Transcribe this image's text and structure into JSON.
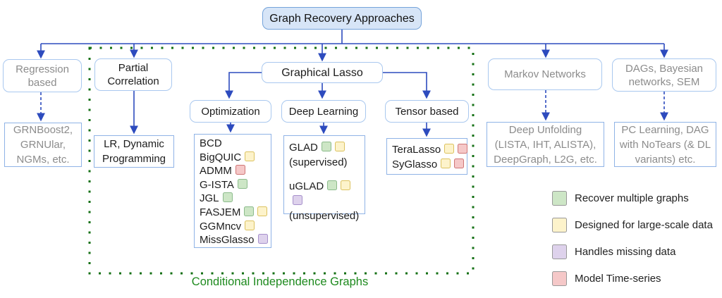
{
  "root": {
    "label": "Graph Recovery Approaches"
  },
  "level1": {
    "regression": {
      "label": "Regression based"
    },
    "partial_correlation": {
      "label": "Partial Correlation"
    },
    "graphical_lasso": {
      "label": "Graphical Lasso"
    },
    "markov_networks": {
      "label": "Markov Networks"
    },
    "dags": {
      "label": "DAGs, Bayesian networks, SEM"
    }
  },
  "level2": {
    "optimization": {
      "label": "Optimization"
    },
    "deep_learning": {
      "label": "Deep Learning"
    },
    "tensor_based": {
      "label": "Tensor based"
    },
    "regression_methods": {
      "label": "GRNBoost2, GRNUlar, NGMs, etc."
    },
    "partial_correlation_methods": {
      "label": "LR, Dynamic Programming"
    },
    "markov_methods": {
      "label": "Deep Unfolding (LISTA, IHT, ALISTA), DeepGraph, L2G, etc."
    },
    "dags_methods": {
      "label": "PC Learning, DAG with NoTears (& DL variants) etc."
    }
  },
  "methods": {
    "optimization": [
      {
        "name": "BCD",
        "tags": []
      },
      {
        "name": "BigQUIC",
        "tags": [
          "large-scale"
        ]
      },
      {
        "name": "ADMM",
        "tags": [
          "time-series"
        ]
      },
      {
        "name": "G-ISTA",
        "tags": [
          "multiple-graphs"
        ]
      },
      {
        "name": "JGL",
        "tags": [
          "multiple-graphs"
        ]
      },
      {
        "name": "FASJEM",
        "tags": [
          "multiple-graphs",
          "large-scale"
        ]
      },
      {
        "name": "GGMncv",
        "tags": [
          "large-scale"
        ]
      },
      {
        "name": "MissGlasso",
        "tags": [
          "missing-data"
        ]
      }
    ],
    "deep_learning": [
      {
        "name": "GLAD",
        "sub": "(supervised)",
        "tags": [
          "multiple-graphs",
          "large-scale"
        ]
      },
      {
        "name": "uGLAD",
        "sub": "(unsupervised)",
        "tags": [
          "multiple-graphs",
          "large-scale",
          "missing-data"
        ]
      }
    ],
    "tensor_based": [
      {
        "name": "TeraLasso",
        "tags": [
          "large-scale",
          "time-series"
        ]
      },
      {
        "name": "SyGlasso",
        "tags": [
          "large-scale",
          "time-series"
        ]
      }
    ]
  },
  "region_label": "Conditional Independence Graphs",
  "legend": {
    "items": [
      {
        "tag": "multiple-graphs",
        "label": "Recover multiple graphs"
      },
      {
        "tag": "large-scale",
        "label": "Designed for large-scale data"
      },
      {
        "tag": "missing-data",
        "label": "Handles missing data"
      },
      {
        "tag": "time-series",
        "label": "Model Time-series"
      }
    ]
  },
  "colors": {
    "arrow_blue": "#2d4bbe",
    "node_border": "#a9c8ef",
    "leaf_border": "#8fb3e6",
    "root_fill": "#d7e5f7",
    "root_border": "#74a3da",
    "gray_text": "#8c8c8c",
    "region_green": "#1e8a1e",
    "dot_green": "#157015",
    "tag_multiple_graphs_bg": "#cde6c6",
    "tag_multiple_graphs_border": "#8cbb8c",
    "tag_large_scale_bg": "#fdf3cb",
    "tag_large_scale_border": "#dcc25f",
    "tag_missing_data_bg": "#ded2ec",
    "tag_missing_data_border": "#a690cb",
    "tag_time_series_bg": "#f5c8c8",
    "tag_time_series_border": "#cf7676"
  }
}
